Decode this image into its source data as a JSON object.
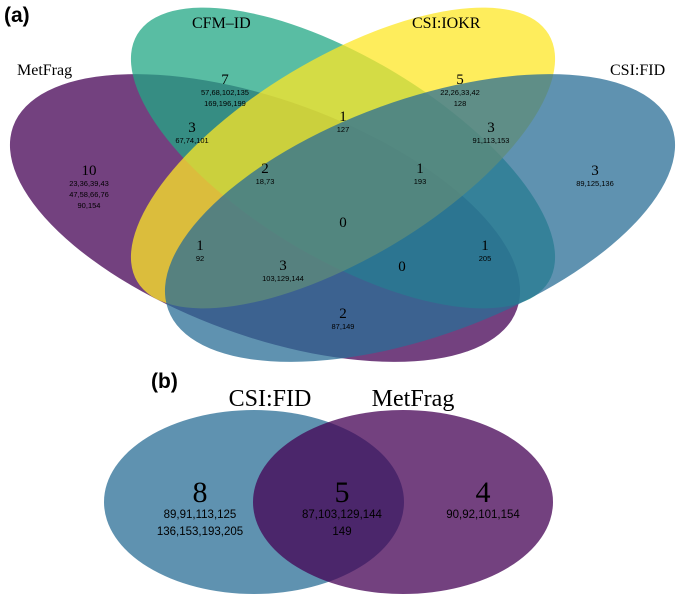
{
  "panel_a": {
    "label": "(a)",
    "sets": [
      {
        "key": "metfrag",
        "name": "MetFrag",
        "color": "#440154"
      },
      {
        "key": "cfmid",
        "name": "CFM–ID",
        "color": "#21A784"
      },
      {
        "key": "csiiokr",
        "name": "CSI:IOKR",
        "color": "#FDE725"
      },
      {
        "key": "csifid",
        "name": "CSI:FID",
        "color": "#2A6E95"
      }
    ],
    "regions": [
      {
        "key": "metfrag_only",
        "count": "10",
        "ids": [
          "23,36,39,43",
          "47,58,66,76",
          "90,154"
        ]
      },
      {
        "key": "cfmid_only",
        "count": "7",
        "ids": [
          "57,68,102,135",
          "169,196,199"
        ]
      },
      {
        "key": "csiiokr_only",
        "count": "5",
        "ids": [
          "22,26,33,42",
          "128"
        ]
      },
      {
        "key": "csifid_only",
        "count": "3",
        "ids": [
          "89,125,136"
        ]
      },
      {
        "key": "metfrag_cfmid",
        "count": "3",
        "ids": [
          "67,74,101"
        ]
      },
      {
        "key": "cfmid_csiiokr",
        "count": "1",
        "ids": [
          "127"
        ]
      },
      {
        "key": "csiiokr_csifid",
        "count": "3",
        "ids": [
          "91,113,153"
        ]
      },
      {
        "key": "metfrag_cfmid_csiiokr",
        "count": "2",
        "ids": [
          "18,73"
        ]
      },
      {
        "key": "cfmid_csiiokr_csifid",
        "count": "1",
        "ids": [
          "193"
        ]
      },
      {
        "key": "all_four",
        "count": "0",
        "ids": []
      },
      {
        "key": "metfrag_csiiokr",
        "count": "1",
        "ids": [
          "92"
        ]
      },
      {
        "key": "cfmid_csifid",
        "count": "1",
        "ids": [
          "205"
        ]
      },
      {
        "key": "metfrag_csiiokr_csifid",
        "count": "3",
        "ids": [
          "103,129,144"
        ]
      },
      {
        "key": "metfrag_cfmid_csifid",
        "count": "0",
        "ids": []
      },
      {
        "key": "metfrag_csifid",
        "count": "2",
        "ids": [
          "87,149"
        ]
      }
    ]
  },
  "panel_b": {
    "label": "(b)",
    "sets": [
      {
        "key": "csifid",
        "name": "CSI:FID",
        "color": "#2A6E95"
      },
      {
        "key": "metfrag",
        "name": "MetFrag",
        "color": "#440154"
      }
    ],
    "regions": [
      {
        "key": "csifid_only",
        "count": "8",
        "ids": [
          "89,91,113,125",
          "136,153,193,205"
        ]
      },
      {
        "key": "both",
        "count": "5",
        "ids": [
          "87,103,129,144",
          "149"
        ]
      },
      {
        "key": "metfrag_only",
        "count": "4",
        "ids": [
          "90,92,101,154"
        ]
      }
    ]
  }
}
